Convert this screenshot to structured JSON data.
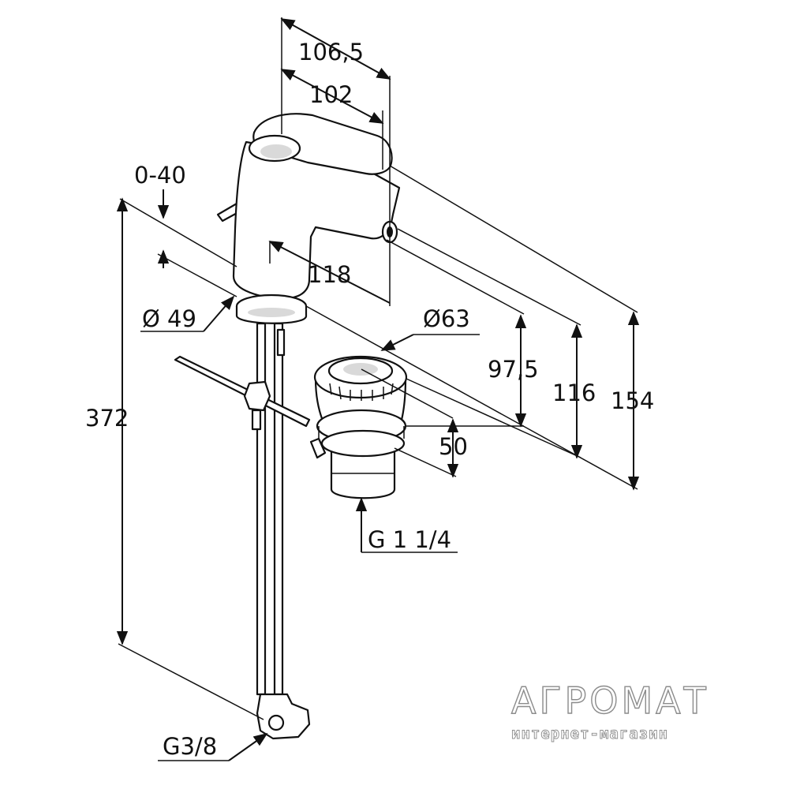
{
  "dimensions": {
    "spout_reach_outer": "106,5",
    "spout_reach_inner": "102",
    "lever_range": "0-40",
    "body_depth": "118",
    "base_diameter": "Ø 49",
    "drain_diameter": "Ø63",
    "spout_height": "97,5",
    "outlet_height": "116",
    "total_height": "154",
    "hose_length": "372",
    "drain_height": "50",
    "drain_thread": "G 1 1/4",
    "hose_thread": "G3/8"
  },
  "watermark": {
    "brand": "АГРОМАТ",
    "subtitle": "интернет-магазин"
  }
}
